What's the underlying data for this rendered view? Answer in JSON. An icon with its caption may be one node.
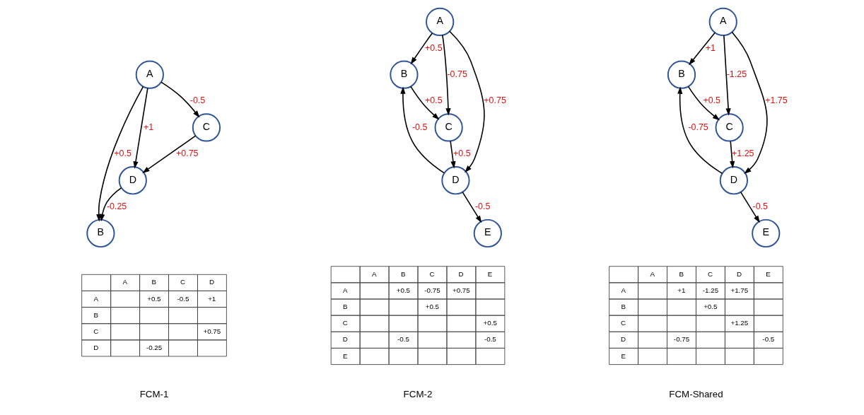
{
  "diagram": {
    "nodes": [
      {
        "text": [
          "A"
        ]
      },
      {
        "text": [
          "B"
        ]
      },
      {
        "text": [
          "C"
        ]
      },
      {
        "text": [
          "D"
        ]
      },
      {
        "text": [
          "A"
        ]
      },
      {
        "text": [
          "B"
        ]
      },
      {
        "text": [
          "C"
        ]
      },
      {
        "text": [
          "D"
        ]
      },
      {
        "text": [
          "E"
        ]
      },
      {
        "text": [
          "A"
        ]
      },
      {
        "text": [
          "B"
        ]
      },
      {
        "text": [
          "C"
        ]
      },
      {
        "text": [
          "D"
        ]
      },
      {
        "text": [
          "E"
        ]
      }
    ],
    "edges": [
      {
        "from": 0,
        "to": 1,
        "arrow": "to",
        "label": "+0.5"
      },
      {
        "from": 0,
        "to": 2,
        "arrow": "to",
        "label": "-0.5"
      },
      {
        "from": 0,
        "to": 3,
        "arrow": "to",
        "label": "+1"
      },
      {
        "from": 3,
        "to": 1,
        "arrow": "to",
        "label": "-0.25"
      },
      {
        "from": 2,
        "to": 3,
        "arrow": "to",
        "label": "+0.75"
      },
      {
        "from": 4,
        "to": 5,
        "arrow": "to",
        "label": "+0.5"
      },
      {
        "from": 4,
        "to": 6,
        "arrow": "to",
        "label": "-0.75"
      },
      {
        "from": 4,
        "to": 7,
        "arrow": "to",
        "label": "+0.75"
      },
      {
        "from": 5,
        "to": 6,
        "arrow": "to",
        "label": "+0.5"
      },
      {
        "from": 7,
        "to": 5,
        "arrow": "to",
        "label": "-0.5"
      },
      {
        "from": 6,
        "to": 7,
        "arrow": "to",
        "label": "+0.5"
      },
      {
        "from": 7,
        "to": 8,
        "arrow": "to",
        "label": "-0.5"
      },
      {
        "from": 9,
        "to": 10,
        "arrow": "to",
        "label": "+1"
      },
      {
        "from": 9,
        "to": 11,
        "arrow": "to",
        "label": "-1.25"
      },
      {
        "from": 9,
        "to": 12,
        "arrow": "to",
        "label": "+1.75"
      },
      {
        "from": 10,
        "to": 11,
        "arrow": "to",
        "label": "+0.5"
      },
      {
        "from": 12,
        "to": 10,
        "arrow": "to",
        "label": "-0.75"
      },
      {
        "from": 11,
        "to": 12,
        "arrow": "to",
        "label": "+1.25"
      },
      {
        "from": 12,
        "to": 13,
        "arrow": "to",
        "label": "-0.5"
      }
    ],
    "labels": [
      "A",
      "B",
      "C",
      "D",
      "A",
      "+0.5",
      "-0.5",
      "+1",
      "B",
      "C",
      "+0.75",
      "D",
      "-0.25",
      "A",
      "B",
      "C",
      "D",
      "E",
      "A",
      "+0.5",
      "-0.75",
      "+0.75",
      "B",
      "+0.5",
      "C",
      "+0.5",
      "D",
      "-0.5",
      "-0.5",
      "E",
      "A",
      "B",
      "C",
      "D",
      "E",
      "A",
      "+1",
      "-1.25",
      "+1.75",
      "B",
      "+0.5",
      "C",
      "+1.25",
      "D",
      "-0.75",
      "-0.5",
      "E",
      "FCM-1",
      "FCM-2",
      "FCM-Shared"
    ]
  }
}
